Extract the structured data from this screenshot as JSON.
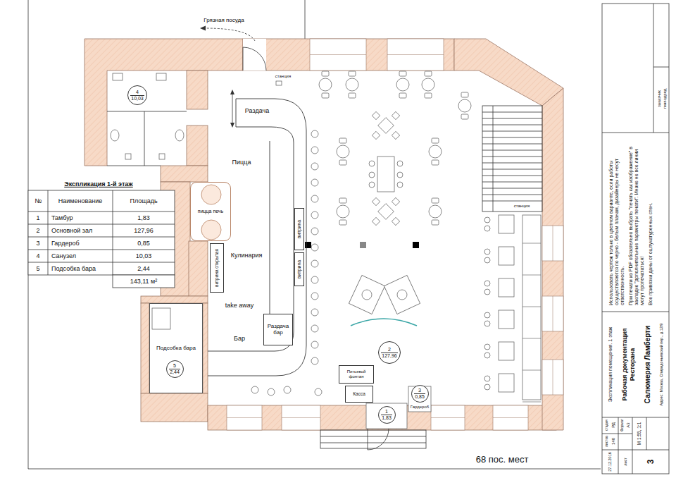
{
  "diagram": {
    "nodes": [
      {
        "text": [
          "4",
          "10,03"
        ]
      },
      {
        "text": [
          "пицца печь"
        ]
      },
      {
        "text": [
          "Раздача",
          "Пицца",
          "Кулинария",
          "take away",
          "Бар"
        ]
      },
      {
        "text": [
          "витрина"
        ],
        "in": 2
      },
      {
        "text": [
          "витрина"
        ],
        "in": 2
      },
      {
        "text": [
          "витрина открытая"
        ],
        "in": 2
      },
      {
        "text": [
          "Раздача бар"
        ],
        "in": 2
      },
      {
        "text": [
          "Подсобка бара"
        ]
      },
      {
        "text": [
          "5",
          "2,44"
        ],
        "in": 7
      },
      {
        "text": [
          "2",
          "127,96"
        ]
      },
      {
        "text": [
          "Питьевой фонтан"
        ]
      },
      {
        "text": [
          "Касса"
        ]
      },
      {
        "text": [
          "1",
          "1,83"
        ]
      },
      {
        "text": [
          "3",
          "0,85"
        ]
      }
    ],
    "labels": [
      "Грязная посуда",
      "станция",
      "станция",
      "Экспликация 1-й этаж",
      "№",
      "Наименование",
      "Площадь",
      "1",
      "Тамбур",
      "1,83",
      "2",
      "Основной зал",
      "127,96",
      "3",
      "Гардероб",
      "0,85",
      "4",
      "Санузел",
      "10,03",
      "5",
      "Подсобка бара",
      "2,44",
      "143,11 м²",
      "Гардероб",
      "68 пос. мест",
      "заказчик",
      "генподряд",
      "Использовать чертеж только в цветном варианте, если работы осуществляются по черно - белым планам, дизайнеры не несут ответственность.",
      "При печати из PDF обязательно выбрать \"печать как изображение\" в закладке \"дополнительные параметры печати\". Иначе не все линии могут пропечататься!",
      "Все привязки даны от оштукатуренных стен.",
      "Экспликация помещения. 1 этаж",
      "Рабочая документация Ресторана",
      "Салюмерия Ламберти",
      "Адрес: Москва, Спиридоньевский пер., д.12/9",
      "стадия",
      "РД",
      "листов",
      "140",
      "Формат",
      "А3",
      "27.12.2016",
      "М 1:55, 1:1",
      "лист",
      "3"
    ]
  }
}
